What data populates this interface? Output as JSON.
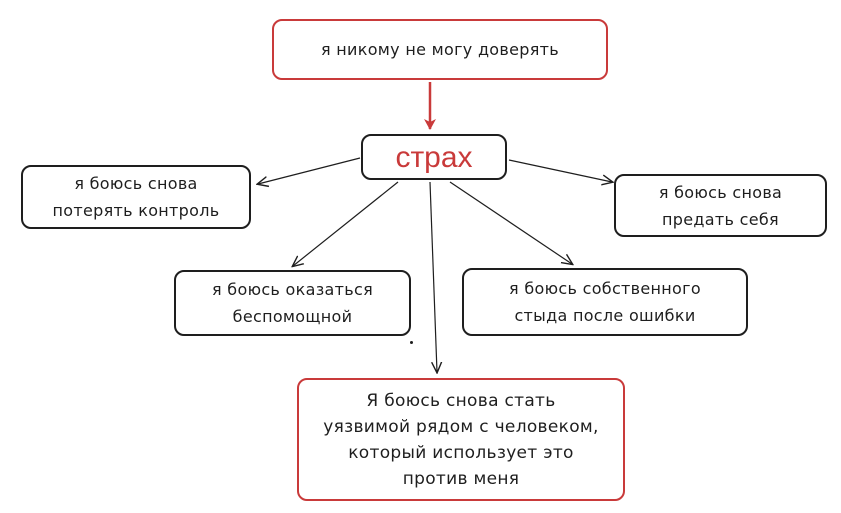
{
  "nodes": {
    "top": "я никому не могу доверять",
    "center": "страх",
    "left": "я боюсь снова\nпотерять контроль",
    "right": "я боюсь снова\nпредать себя",
    "mid_left": "я боюсь оказаться\nбеспомощной",
    "mid_right": "я боюсь собственного\nстыда после ошибки",
    "bottom": "Я боюсь снова стать\nуязвимой рядом с человеком,\nкоторый использует это\nпротив меня"
  },
  "colors": {
    "accent_red": "#c93a3a",
    "stroke": "#1e1e1e",
    "background": "#ffffff"
  }
}
